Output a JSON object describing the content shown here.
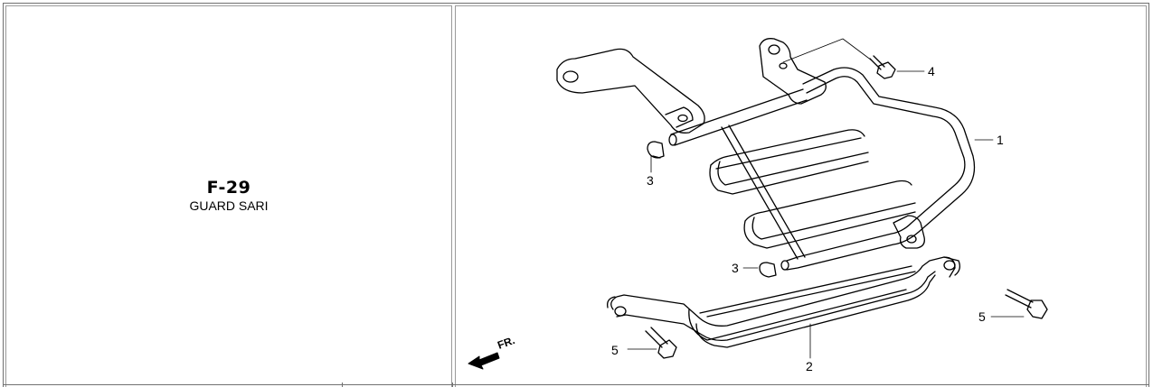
{
  "section": {
    "code": "F-29",
    "name": "GUARD SARI"
  },
  "diagram": {
    "callouts": [
      {
        "number": "1"
      },
      {
        "number": "2"
      },
      {
        "number": "3"
      },
      {
        "number": "3"
      },
      {
        "number": "4"
      },
      {
        "number": "5"
      },
      {
        "number": "5"
      }
    ],
    "front_marker": "FR."
  },
  "colors": {
    "line": "#000000",
    "border": "#707070"
  }
}
